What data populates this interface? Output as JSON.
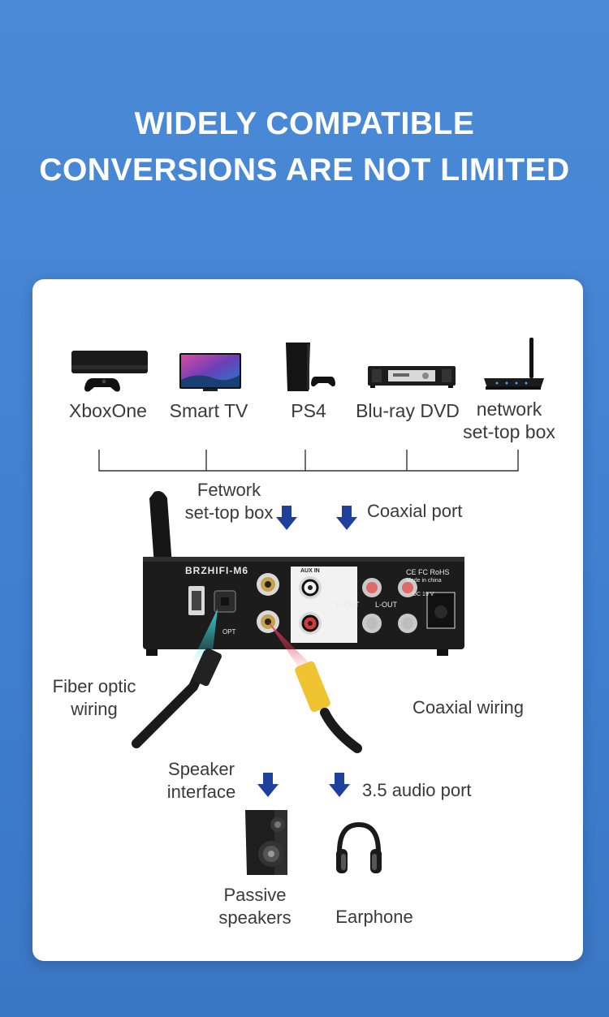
{
  "headline": {
    "line1": "WIDELY COMPATIBLE",
    "line2": "CONVERSIONS ARE NOT LIMITED"
  },
  "sources": [
    {
      "label": "XboxOne",
      "icon": "xbox-console-icon"
    },
    {
      "label": "Smart TV",
      "icon": "smart-tv-icon"
    },
    {
      "label": "PS4",
      "icon": "ps4-console-icon"
    },
    {
      "label": "Blu-ray DVD",
      "icon": "bluray-player-icon"
    },
    {
      "label_line1": "network",
      "label_line2": "set-top box",
      "icon": "network-box-icon"
    }
  ],
  "inputs": {
    "fetwork_line1": "Fetwork",
    "fetwork_line2": "set-top box",
    "coaxial_port": "Coaxial port"
  },
  "device": {
    "brand": "BRZHIFI-M6",
    "port_opt": "OPT",
    "port_aux": "AUX IN",
    "port_rout": "R-OUT",
    "port_lout": "L-OUT",
    "port_dc": "DC 19 V",
    "cert": "CE FC RoHS",
    "made_in": "Made in china"
  },
  "wiring": {
    "fiber_line1": "Fiber optic",
    "fiber_line2": "wiring",
    "coaxial": "Coaxial wiring"
  },
  "outputs": {
    "speaker_line1": "Speaker",
    "speaker_line2": "interface",
    "audio_port": "3.5 audio port",
    "passive_line1": "Passive",
    "passive_line2": "speakers",
    "earphone": "Earphone"
  },
  "colors": {
    "background": "#4a8ad6",
    "card": "#ffffff",
    "arrow": "#1f3f9c",
    "text": "#3a3a3a"
  }
}
